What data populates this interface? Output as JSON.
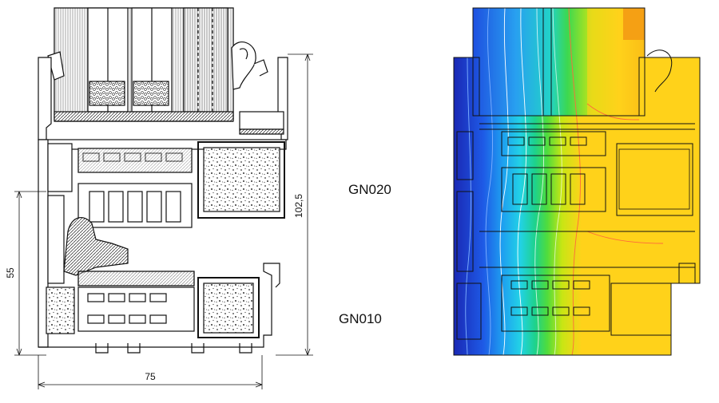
{
  "dimensions": {
    "height_total": "102,5",
    "height_lower": "55",
    "width_total": "75"
  },
  "labels": {
    "upper_section": "GN020",
    "lower_section": "GN010"
  },
  "colors": {
    "thermal_cold": "#1530c8",
    "thermal_mid": "#19c88c",
    "thermal_warm": "#ffd21a",
    "thermal_hot": "#f59a14",
    "profile_outline": "#111111"
  }
}
